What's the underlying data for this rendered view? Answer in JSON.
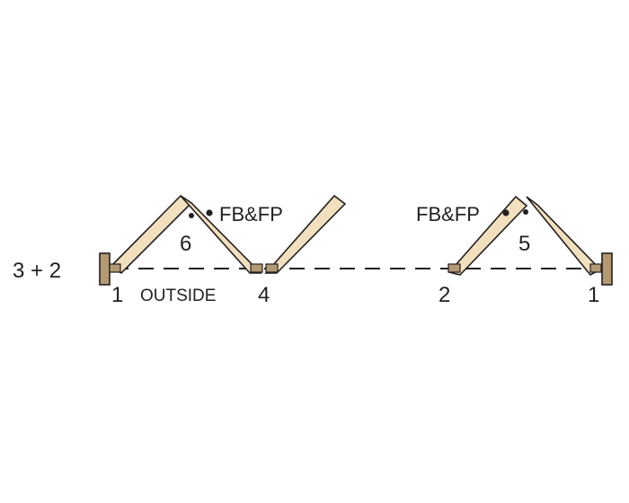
{
  "diagram": {
    "config_label": "3 + 2",
    "left_jamb_number": "1",
    "outside_label": "OUTSIDE",
    "left_stack_number": "4",
    "left_panel_number": "6",
    "left_fb_label": "FB&FP",
    "right_fb_label": "FB&FP",
    "right_panel_number": "5",
    "right_stack_number": "2",
    "right_jamb_number": "1"
  },
  "colors": {
    "panel_fill": "#f2dfbd",
    "jamb_fill": "#b39a73",
    "outline": "#231f20"
  }
}
